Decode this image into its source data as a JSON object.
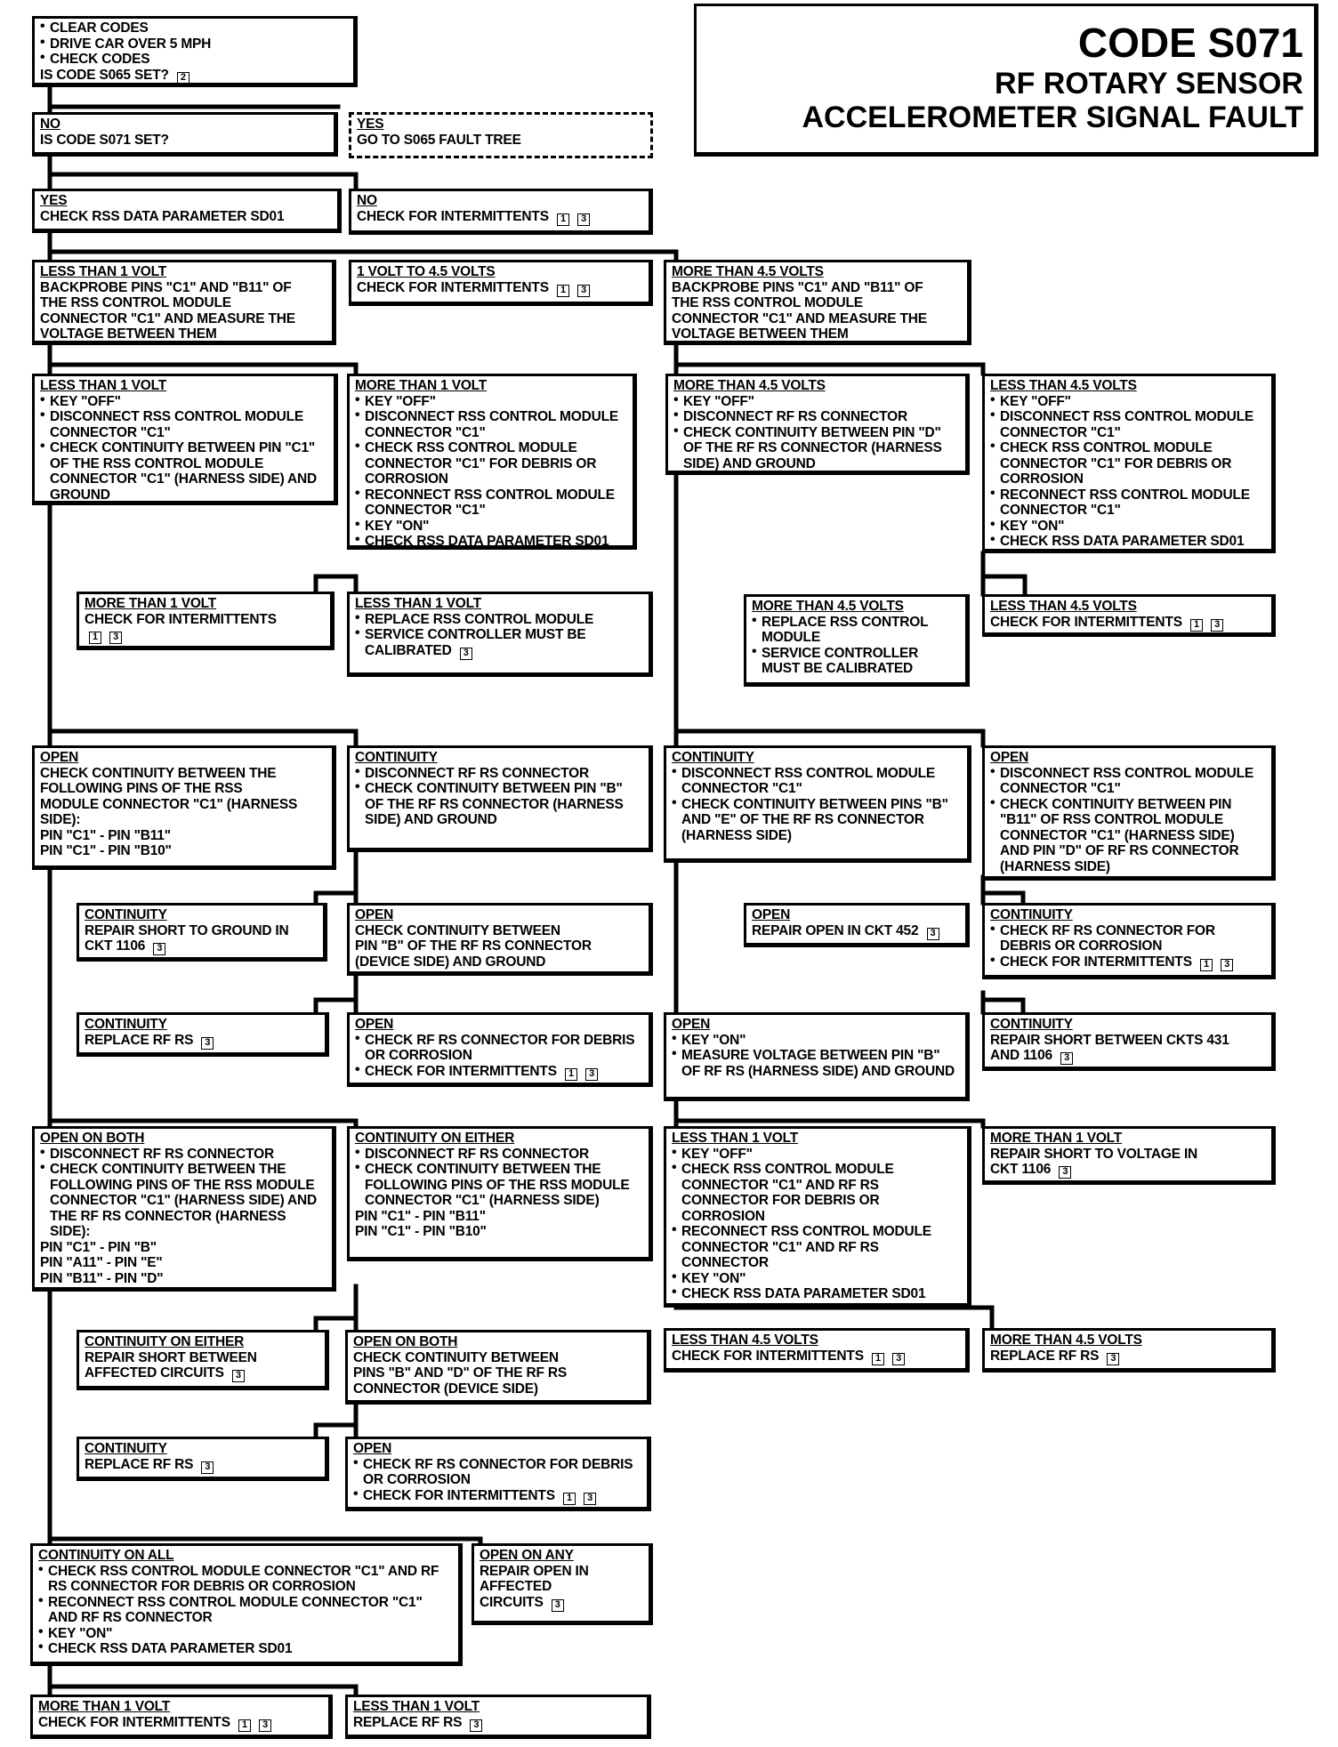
{
  "title": {
    "code": "CODE S071",
    "line1": "RF ROTARY SENSOR",
    "line2": "ACCELEROMETER SIGNAL FAULT"
  },
  "boxes": [
    {
      "id": "start",
      "lines": [
        "CLEAR CODES",
        "DRIVE CAR OVER 5 MPH",
        "CHECK CODES",
        "IS CODE S065 SET? [2]"
      ],
      "bullets": [
        0,
        1,
        2
      ]
    },
    {
      "id": "s065-no",
      "header": "NO",
      "lines": [
        "IS CODE S071 SET?"
      ]
    },
    {
      "id": "s065-yes",
      "header": "YES",
      "lines": [
        "GO TO S065 FAULT TREE"
      ]
    },
    {
      "id": "s071-yes",
      "header": "YES",
      "lines": [
        "CHECK RSS DATA PARAMETER SD01"
      ]
    },
    {
      "id": "s071-no",
      "header": "NO",
      "lines": [
        "CHECK FOR INTERMITTENTS [1] [3]"
      ]
    },
    {
      "id": "lt1v",
      "header": "LESS THAN 1 VOLT",
      "lines": [
        "BACKPROBE PINS \"C1\" AND \"B11\" OF",
        "THE RSS CONTROL MODULE",
        "CONNECTOR \"C1\" AND MEASURE THE",
        "VOLTAGE BETWEEN THEM"
      ]
    },
    {
      "id": "1to45",
      "header": "1 VOLT TO 4.5 VOLTS",
      "lines": [
        "CHECK FOR INTERMITTENTS [1] [3]"
      ]
    },
    {
      "id": "gt45",
      "header": "MORE THAN 4.5 VOLTS",
      "lines": [
        "BACKPROBE PINS \"C1\" AND \"B11\" OF",
        "THE RSS CONTROL MODULE",
        "CONNECTOR \"C1\" AND MEASURE THE",
        "VOLTAGE BETWEEN THEM"
      ]
    },
    {
      "id": "a-lt1",
      "header": "LESS THAN 1 VOLT",
      "lines": [
        "KEY \"OFF\"",
        "DISCONNECT RSS CONTROL MODULE CONNECTOR \"C1\"",
        "CHECK CONTINUITY BETWEEN PIN \"C1\" OF THE RSS CONTROL MODULE CONNECTOR \"C1\" (HARNESS SIDE) AND GROUND"
      ],
      "bullets": [
        0,
        1,
        2
      ]
    },
    {
      "id": "a-gt1",
      "header": "MORE THAN 1 VOLT",
      "lines": [
        "KEY \"OFF\"",
        "DISCONNECT RSS CONTROL MODULE CONNECTOR \"C1\"",
        "CHECK RSS CONTROL MODULE CONNECTOR \"C1\" FOR DEBRIS OR CORROSION",
        "RECONNECT RSS CONTROL MODULE CONNECTOR \"C1\"",
        "KEY \"ON\"",
        "CHECK RSS DATA PARAMETER SD01"
      ],
      "bullets": [
        0,
        1,
        2,
        3,
        4,
        5
      ]
    },
    {
      "id": "b-gt45",
      "header": "MORE THAN 4.5 VOLTS",
      "lines": [
        "KEY \"OFF\"",
        "DISCONNECT RF RS CONNECTOR",
        "CHECK CONTINUITY BETWEEN PIN \"D\" OF THE RF RS CONNECTOR (HARNESS SIDE) AND GROUND"
      ],
      "bullets": [
        0,
        1,
        2
      ]
    },
    {
      "id": "b-lt45",
      "header": "LESS THAN 4.5 VOLTS",
      "lines": [
        "KEY \"OFF\"",
        "DISCONNECT RSS CONTROL MODULE CONNECTOR \"C1\"",
        "CHECK RSS CONTROL MODULE CONNECTOR \"C1\" FOR DEBRIS OR CORROSION",
        "RECONNECT RSS CONTROL MODULE CONNECTOR \"C1\"",
        "KEY \"ON\"",
        "CHECK RSS DATA PARAMETER SD01"
      ],
      "bullets": [
        0,
        1,
        2,
        3,
        4,
        5
      ]
    },
    {
      "id": "a2-gt1",
      "header": "MORE THAN 1 VOLT",
      "lines": [
        "CHECK FOR INTERMITTENTS",
        "[1] [3]"
      ]
    },
    {
      "id": "a2-lt1",
      "header": "LESS THAN 1 VOLT",
      "lines": [
        "REPLACE RSS CONTROL MODULE",
        "SERVICE CONTROLLER MUST BE CALIBRATED [3]"
      ],
      "bullets": [
        0,
        1
      ]
    },
    {
      "id": "b2-gt45",
      "header": "MORE THAN 4.5 VOLTS",
      "lines": [
        "REPLACE RSS CONTROL MODULE",
        "SERVICE CONTROLLER MUST BE CALIBRATED"
      ],
      "bullets": [
        0,
        1
      ]
    },
    {
      "id": "b2-lt45",
      "header": "LESS THAN 4.5 VOLTS",
      "lines": [
        "CHECK FOR INTERMITTENTS [1] [3]"
      ]
    },
    {
      "id": "c-open",
      "header": "OPEN",
      "lines": [
        "CHECK CONTINUITY BETWEEN THE",
        "FOLLOWING PINS OF THE RSS",
        "MODULE CONNECTOR \"C1\" (HARNESS",
        "SIDE):",
        "PIN \"C1\" - PIN \"B11\"",
        "PIN \"C1\" - PIN \"B10\""
      ]
    },
    {
      "id": "c-cont",
      "header": "CONTINUITY",
      "lines": [
        "DISCONNECT RF RS CONNECTOR",
        "CHECK CONTINUITY BETWEEN PIN \"B\" OF THE RF RS CONNECTOR (HARNESS SIDE) AND GROUND"
      ],
      "bullets": [
        0,
        1
      ]
    },
    {
      "id": "d-cont",
      "header": "CONTINUITY",
      "lines": [
        "DISCONNECT RSS CONTROL MODULE CONNECTOR \"C1\"",
        "CHECK CONTINUITY BETWEEN PINS \"B\" AND \"E\" OF THE RF RS CONNECTOR (HARNESS SIDE)"
      ],
      "bullets": [
        0,
        1
      ]
    },
    {
      "id": "d-open",
      "header": "OPEN",
      "lines": [
        "DISCONNECT RSS CONTROL MODULE CONNECTOR \"C1\"",
        "CHECK CONTINUITY BETWEEN PIN \"B11\" OF RSS CONTROL MODULE CONNECTOR \"C1\" (HARNESS SIDE) AND PIN \"D\" OF RF RS CONNECTOR (HARNESS SIDE)"
      ],
      "bullets": [
        0,
        1
      ]
    },
    {
      "id": "c2-cont",
      "header": "CONTINUITY",
      "lines": [
        "REPAIR SHORT TO GROUND IN",
        "CKT 1106 [3]"
      ]
    },
    {
      "id": "c2-open",
      "header": "OPEN",
      "lines": [
        "CHECK CONTINUITY BETWEEN",
        "PIN \"B\" OF THE RF RS CONNECTOR",
        "(DEVICE SIDE) AND GROUND"
      ]
    },
    {
      "id": "d2-open",
      "header": "OPEN",
      "lines": [
        "REPAIR OPEN IN CKT 452 [3]"
      ]
    },
    {
      "id": "d2-cont",
      "header": "CONTINUITY",
      "lines": [
        "CHECK RF RS CONNECTOR FOR DEBRIS OR CORROSION",
        "CHECK FOR INTERMITTENTS [1] [3]"
      ],
      "bullets": [
        0,
        1
      ]
    },
    {
      "id": "c3-cont",
      "header": "CONTINUITY",
      "lines": [
        "REPLACE RF RS [3]"
      ]
    },
    {
      "id": "c3-open",
      "header": "OPEN",
      "lines": [
        "CHECK RF RS CONNECTOR FOR DEBRIS OR CORROSION",
        "CHECK FOR INTERMITTENTS [1] [3]"
      ],
      "bullets": [
        0,
        1
      ]
    },
    {
      "id": "d3-open",
      "header": "OPEN",
      "lines": [
        "KEY \"ON\"",
        "MEASURE VOLTAGE BETWEEN PIN \"B\" OF RF RS (HARNESS SIDE) AND GROUND"
      ],
      "bullets": [
        0,
        1
      ]
    },
    {
      "id": "d3-cont",
      "header": "CONTINUITY",
      "lines": [
        "REPAIR SHORT BETWEEN CKTS 431",
        "AND 1106 [3]"
      ]
    },
    {
      "id": "e-openboth",
      "header": "OPEN ON BOTH",
      "lines": [
        "DISCONNECT RF RS CONNECTOR",
        "CHECK CONTINUITY BETWEEN THE FOLLOWING PINS OF THE RSS MODULE CONNECTOR \"C1\" (HARNESS SIDE) AND THE RF RS CONNECTOR (HARNESS SIDE):",
        "PIN \"C1\" - PIN \"B\"",
        "PIN \"A11\" - PIN \"E\"",
        "PIN \"B11\" - PIN \"D\""
      ],
      "bullets": [
        0,
        1
      ]
    },
    {
      "id": "e-conteither",
      "header": "CONTINUITY ON EITHER",
      "lines": [
        "DISCONNECT RF RS CONNECTOR",
        "CHECK CONTINUITY BETWEEN THE FOLLOWING PINS OF THE RSS MODULE CONNECTOR \"C1\" (HARNESS SIDE)",
        "PIN \"C1\" - PIN \"B11\"",
        "PIN \"C1\" - PIN \"B10\""
      ],
      "bullets": [
        0,
        1
      ]
    },
    {
      "id": "f-lt1",
      "header": "LESS THAN 1 VOLT",
      "lines": [
        "KEY \"OFF\"",
        "CHECK RSS CONTROL MODULE CONNECTOR \"C1\" AND RF RS CONNECTOR FOR DEBRIS OR CORROSION",
        "RECONNECT RSS CONTROL MODULE CONNECTOR \"C1\" AND RF RS CONNECTOR",
        "KEY \"ON\"",
        "CHECK RSS DATA PARAMETER SD01"
      ],
      "bullets": [
        0,
        1,
        2,
        3,
        4
      ]
    },
    {
      "id": "f-gt1",
      "header": "MORE THAN 1 VOLT",
      "lines": [
        "REPAIR SHORT TO VOLTAGE IN",
        "CKT 1106 [3]"
      ]
    },
    {
      "id": "e2-conteither",
      "header": "CONTINUITY ON EITHER",
      "lines": [
        "REPAIR SHORT BETWEEN",
        "AFFECTED CIRCUITS [3]"
      ]
    },
    {
      "id": "e2-openboth",
      "header": "OPEN ON BOTH",
      "lines": [
        "CHECK CONTINUITY BETWEEN",
        "PINS \"B\" AND \"D\" OF THE RF RS",
        "CONNECTOR (DEVICE SIDE)"
      ]
    },
    {
      "id": "f2-lt45",
      "header": "LESS THAN 4.5 VOLTS",
      "lines": [
        "CHECK FOR INTERMITTENTS [1] [3]"
      ]
    },
    {
      "id": "f2-gt45",
      "header": "MORE THAN 4.5 VOLTS",
      "lines": [
        "REPLACE RF RS [3]"
      ]
    },
    {
      "id": "e3-cont",
      "header": "CONTINUITY",
      "lines": [
        "REPLACE RF RS [3]"
      ]
    },
    {
      "id": "e3-open",
      "header": "OPEN",
      "lines": [
        "CHECK RF RS CONNECTOR FOR DEBRIS OR CORROSION",
        "CHECK FOR INTERMITTENTS [1] [3]"
      ],
      "bullets": [
        0,
        1
      ]
    },
    {
      "id": "g-contall",
      "header": "CONTINUITY ON ALL",
      "lines": [
        "CHECK RSS CONTROL MODULE CONNECTOR \"C1\" AND RF RS CONNECTOR FOR DEBRIS OR CORROSION",
        "RECONNECT RSS CONTROL MODULE CONNECTOR \"C1\" AND RF RS CONNECTOR",
        "KEY \"ON\"",
        "CHECK RSS DATA PARAMETER SD01"
      ],
      "bullets": [
        0,
        1,
        2,
        3
      ]
    },
    {
      "id": "g-openany",
      "header": "OPEN ON ANY",
      "lines": [
        "REPAIR OPEN IN",
        "AFFECTED",
        "CIRCUITS [3]"
      ]
    },
    {
      "id": "h-gt1",
      "header": "MORE THAN 1 VOLT",
      "lines": [
        "CHECK FOR INTERMITTENTS [1] [3]"
      ]
    },
    {
      "id": "h-lt1",
      "header": "LESS THAN 1 VOLT",
      "lines": [
        "REPLACE RF RS [3]"
      ]
    }
  ]
}
